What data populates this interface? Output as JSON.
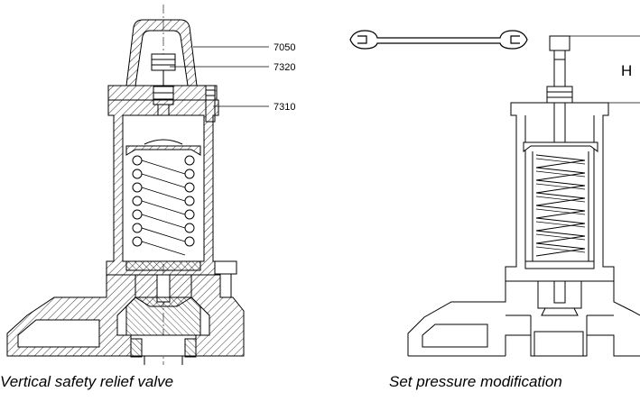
{
  "left_figure": {
    "caption": "Vertical safety relief valve",
    "part_numbers": [
      "7050",
      "7320",
      "7310"
    ]
  },
  "right_figure": {
    "caption": "Set pressure modification",
    "dimension_label": "H"
  }
}
